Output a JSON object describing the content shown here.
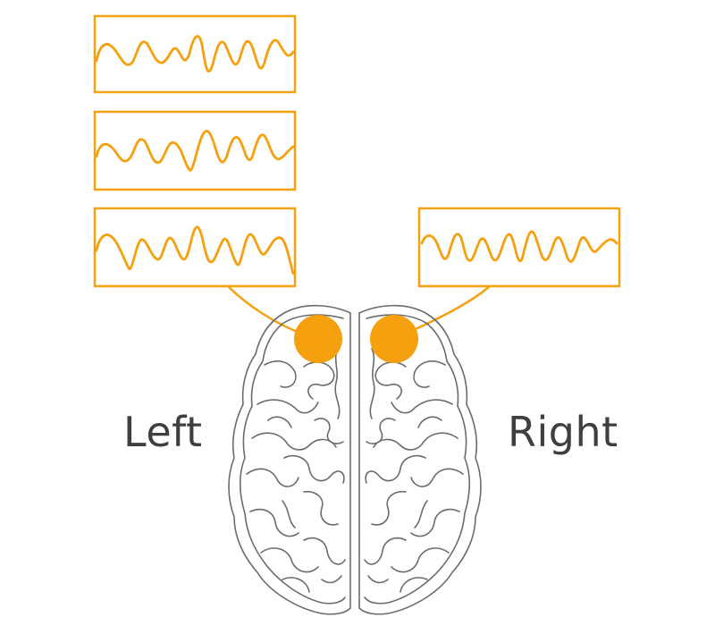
{
  "labels": {
    "left": "Left",
    "right": "Right"
  },
  "colors": {
    "accent": "#F5A00F",
    "outline": "#6b6b6b",
    "text": "#3f3f3f",
    "background": "#ffffff"
  },
  "recordings": [
    {
      "side": "left"
    },
    {
      "side": "left"
    },
    {
      "side": "left",
      "connected_to": "left-electrode"
    },
    {
      "side": "right",
      "connected_to": "right-electrode"
    }
  ],
  "electrodes": [
    "left-electrode",
    "right-electrode"
  ],
  "icons": [
    "brain-icon",
    "eeg-waveform-icon",
    "electrode-icon"
  ]
}
